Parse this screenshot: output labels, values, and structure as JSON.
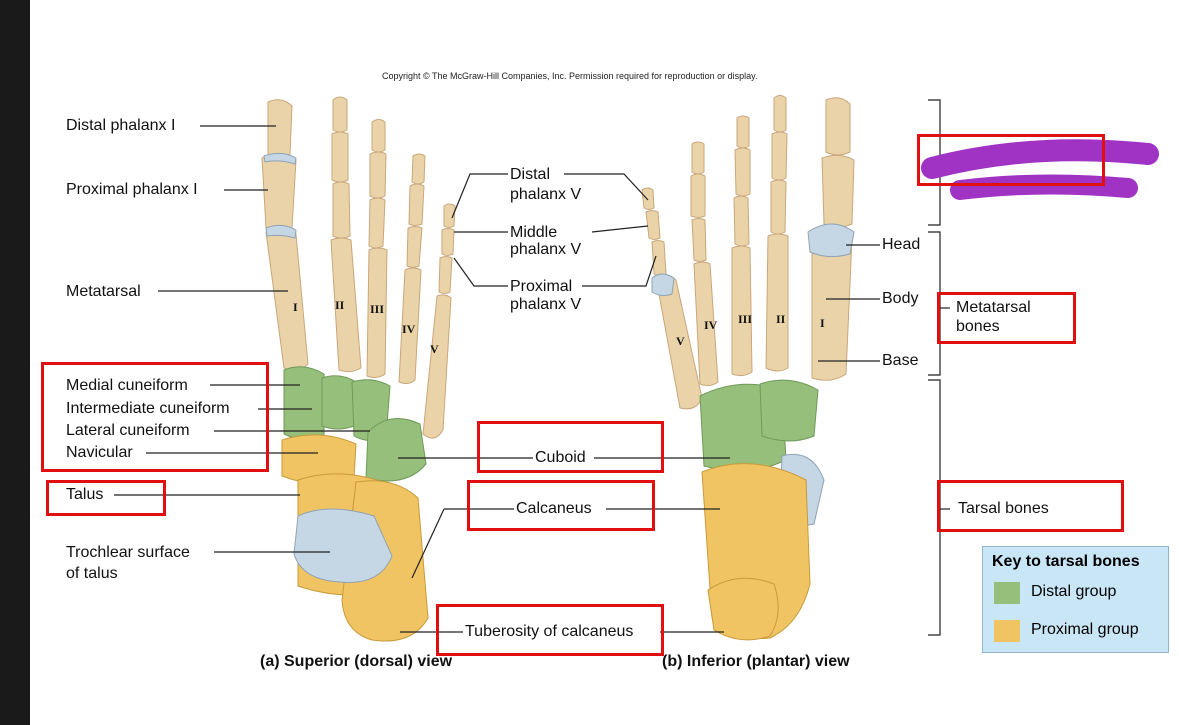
{
  "copyright": "Copyright © The McGraw-Hill Companies, Inc. Permission required for reproduction or display.",
  "colors": {
    "bone": "#ead3a8",
    "bone_edge": "#c9a77a",
    "distal_group": "#97bf7c",
    "proximal_group": "#f0c463",
    "cartilage": "#c5d6e4",
    "highlight_box": "#e01010",
    "scribble": "#a133c4"
  },
  "labels": {
    "distal_phalanx_1": "Distal phalanx I",
    "proximal_phalanx_1": "Proximal phalanx I",
    "metatarsal": "Metatarsal",
    "medial_cuneiform": "Medial cuneiform",
    "intermediate_cuneiform": "Intermediate cuneiform",
    "lateral_cuneiform": "Lateral cuneiform",
    "navicular": "Navicular",
    "talus": "Talus",
    "trochlear_1": "Trochlear surface",
    "trochlear_2": "of talus",
    "distal_v_1": "Distal",
    "distal_v_2": "phalanx V",
    "middle_v_1": "Middle",
    "middle_v_2": "phalanx V",
    "proximal_v_1": "Proximal",
    "proximal_v_2": "phalanx V",
    "cuboid": "Cuboid",
    "calcaneus": "Calcaneus",
    "tuberosity": "Tuberosity of calcaneus",
    "head": "Head",
    "body": "Body",
    "base": "Base",
    "metatarsal_bones_1": "Metatarsal",
    "metatarsal_bones_2": "bones",
    "tarsal_bones": "Tarsal bones"
  },
  "roman_numerals": [
    "I",
    "II",
    "III",
    "IV",
    "V"
  ],
  "captions": {
    "superior": "(a) Superior (dorsal) view",
    "inferior": "(b) Inferior (plantar) view"
  },
  "key": {
    "title": "Key to tarsal bones",
    "distal": "Distal group",
    "proximal": "Proximal group"
  }
}
